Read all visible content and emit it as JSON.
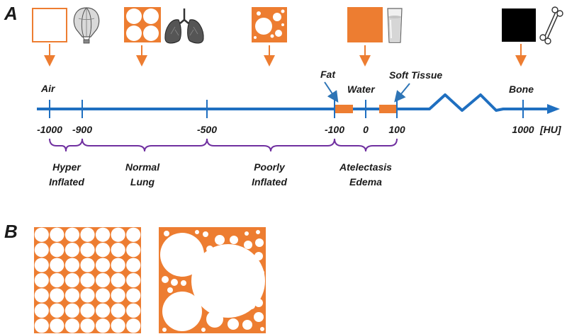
{
  "panels": {
    "a": "A",
    "b": "B"
  },
  "axis": {
    "unit": "[HU]",
    "ticks": [
      {
        "value": -1000,
        "label": "-1000"
      },
      {
        "value": -900,
        "label": "-900"
      },
      {
        "value": -500,
        "label": "-500"
      },
      {
        "value": -100,
        "label": "-100"
      },
      {
        "value": 0,
        "label": "0"
      },
      {
        "value": 100,
        "label": "100"
      },
      {
        "value": 1000,
        "label": "1000"
      }
    ]
  },
  "top_labels": {
    "air": "Air",
    "fat": "Fat",
    "water": "Water",
    "soft_tissue": "Soft Tissue",
    "bone": "Bone"
  },
  "ranges": {
    "hyper": [
      "Hyper",
      "Inflated"
    ],
    "normal": [
      "Normal",
      "Lung"
    ],
    "poorly": [
      "Poorly",
      "Inflated"
    ],
    "atelectasis": [
      "Atelectasis",
      "Edema"
    ]
  },
  "icons": [
    "hollow-square-icon",
    "hot-air-balloon-icon",
    "four-circles-square-icon",
    "lungs-icon",
    "sparse-bubbles-square-icon",
    "solid-orange-square-icon",
    "water-glass-icon",
    "black-square-icon",
    "bone-icon"
  ],
  "colors": {
    "orange": "#ED7D31",
    "blue": "#2E75B6",
    "axis_blue": "#1F6FC0",
    "purple": "#7030A0",
    "black": "#000000"
  }
}
